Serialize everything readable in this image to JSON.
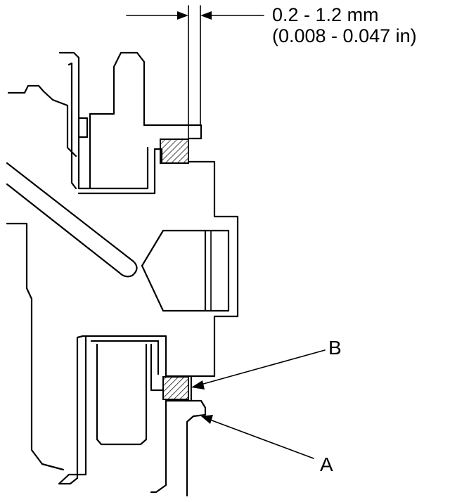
{
  "diagram": {
    "clearance": {
      "metric": "0.2 - 1.2 mm",
      "imperial": "(0.008 - 0.047 in)"
    },
    "callouts": {
      "a": "A",
      "b": "B"
    },
    "colors": {
      "line": "#000000",
      "background": "#ffffff"
    }
  }
}
